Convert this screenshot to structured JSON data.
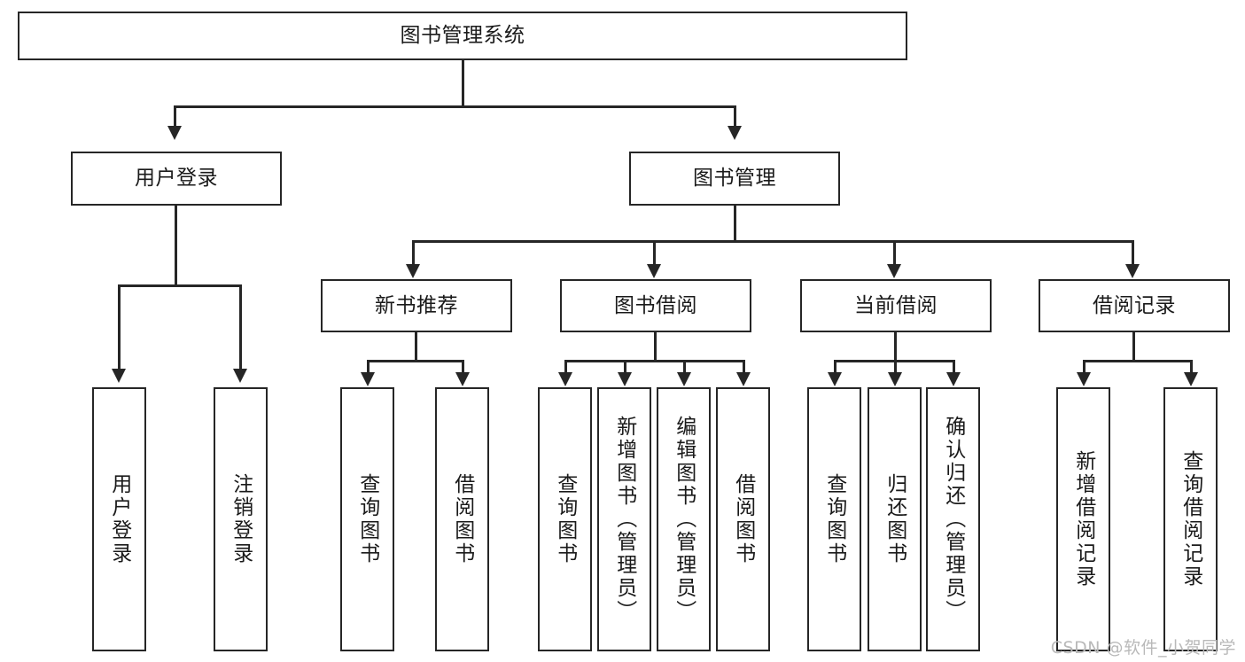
{
  "diagram": {
    "title_node": {
      "label": "图书管理系统"
    },
    "level2": [
      {
        "id": "user-login",
        "label": "用户登录"
      },
      {
        "id": "book-management",
        "label": "图书管理"
      }
    ],
    "level3": [
      {
        "id": "new-book-recommend",
        "label": "新书推荐"
      },
      {
        "id": "book-borrow",
        "label": "图书借阅"
      },
      {
        "id": "current-borrow",
        "label": "当前借阅"
      },
      {
        "id": "borrow-record",
        "label": "借阅记录"
      }
    ],
    "leaves": {
      "user_login": [
        {
          "id": "leaf-user-login",
          "label": "用户登录"
        },
        {
          "id": "leaf-logout-login",
          "label": "注销登录"
        }
      ],
      "new_book_recommend": [
        {
          "id": "leaf-query-book-1",
          "label": "查询图书"
        },
        {
          "id": "leaf-borrow-book-1",
          "label": "借阅图书"
        }
      ],
      "book_borrow": [
        {
          "id": "leaf-query-book-2",
          "label": "查询图书"
        },
        {
          "id": "leaf-add-book",
          "label": "新增图书（管理员）"
        },
        {
          "id": "leaf-edit-book",
          "label": "编辑图书（管理员）"
        },
        {
          "id": "leaf-borrow-book-2",
          "label": "借阅图书"
        }
      ],
      "current_borrow": [
        {
          "id": "leaf-query-book-3",
          "label": "查询图书"
        },
        {
          "id": "leaf-return-book",
          "label": "归还图书"
        },
        {
          "id": "leaf-confirm-return",
          "label": "确认归还（管理员）"
        }
      ],
      "borrow_record": [
        {
          "id": "leaf-add-record",
          "label": "新增借阅记录"
        },
        {
          "id": "leaf-query-record",
          "label": "查询借阅记录"
        }
      ]
    },
    "watermark": "CSDN @软件_小贺同学",
    "colors": {
      "stroke": "#262626",
      "fill": "#ffffff",
      "text": "#1a1a1a",
      "watermark": "#b9b9b9"
    }
  }
}
